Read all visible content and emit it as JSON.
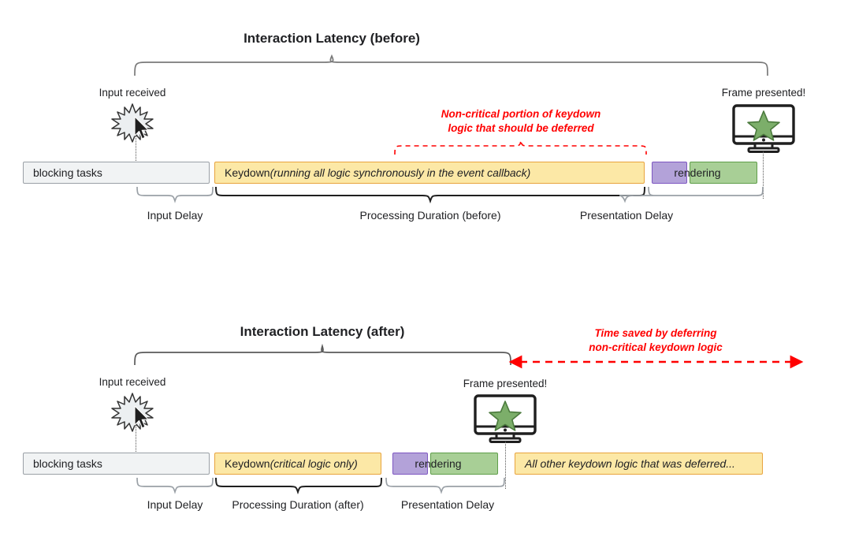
{
  "page": {
    "background": "#ffffff",
    "accent_red": "#ff0000",
    "color_yellow": "#fce8a6",
    "color_yellow_border": "#e8a33d",
    "color_purple": "#b3a2d9",
    "color_purple_border": "#7e57c2",
    "color_green": "#a8cf96",
    "color_green_border": "#5f9e4a",
    "color_gray": "#f1f3f4",
    "color_gray_border": "#9aa0a6"
  },
  "before": {
    "title": "Interaction Latency (before)",
    "input_label": "Input received",
    "frame_label": "Frame presented!",
    "annotation_line1": "Non-critical portion of keydown",
    "annotation_line2": "logic that should be deferred",
    "bars": {
      "blocking": "blocking tasks",
      "keydown_plain": "Keydown ",
      "keydown_italic": "(running all logic synchronously in the event callback)",
      "rendering": "rendering"
    },
    "segments": [
      {
        "label": "Input Delay"
      },
      {
        "label": "Processing Duration (before)"
      },
      {
        "label": "Presentation Delay"
      }
    ]
  },
  "after": {
    "title": "Interaction Latency (after)",
    "input_label": "Input received",
    "frame_label": "Frame presented!",
    "annotation_line1": "Time saved by deferring",
    "annotation_line2": "non-critical keydown logic",
    "bars": {
      "blocking": "blocking tasks",
      "keydown_plain": "Keydown ",
      "keydown_italic": "(critical logic only)",
      "rendering": "rendering",
      "deferred": "All other keydown logic that was deferred..."
    },
    "segments": [
      {
        "label": "Input Delay"
      },
      {
        "label": "Processing Duration (after)"
      },
      {
        "label": "Presentation Delay"
      }
    ]
  },
  "icons": {
    "burst": "burst-icon",
    "cursor": "cursor-icon",
    "monitor": "monitor-icon",
    "star": "star-icon"
  }
}
